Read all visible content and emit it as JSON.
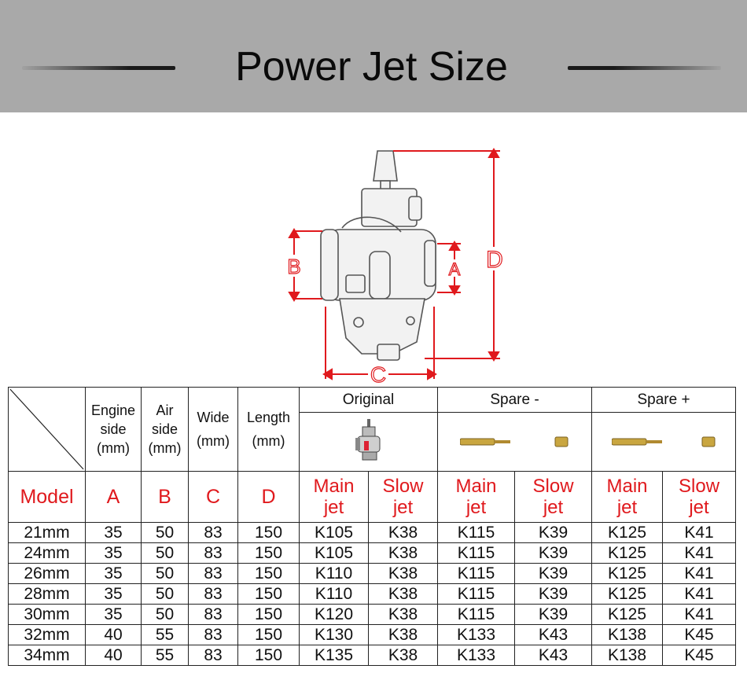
{
  "banner": {
    "title": "Power Jet Size"
  },
  "diagram": {
    "label_a": "A",
    "label_b": "B",
    "label_c": "C",
    "label_d": "D"
  },
  "table": {
    "group_headers": {
      "original": "Original",
      "spare_minus": "Spare -",
      "spare_plus": "Spare +"
    },
    "col_headers": {
      "engine": [
        "Engine",
        "side",
        "(mm)"
      ],
      "air": [
        "Air",
        "side",
        "(mm)"
      ],
      "wide": [
        "Wide",
        "(mm)"
      ],
      "length": [
        "Length",
        "(mm)"
      ]
    },
    "red_row": {
      "model": "Model",
      "a": "A",
      "b": "B",
      "c": "C",
      "d": "D",
      "main": [
        "Main",
        "jet"
      ],
      "slow": [
        "Slow",
        "jet"
      ]
    },
    "rows": [
      [
        "21mm",
        "35",
        "50",
        "83",
        "150",
        "K105",
        "K38",
        "K115",
        "K39",
        "K125",
        "K41"
      ],
      [
        "24mm",
        "35",
        "50",
        "83",
        "150",
        "K105",
        "K38",
        "K115",
        "K39",
        "K125",
        "K41"
      ],
      [
        "26mm",
        "35",
        "50",
        "83",
        "150",
        "K110",
        "K38",
        "K115",
        "K39",
        "K125",
        "K41"
      ],
      [
        "28mm",
        "35",
        "50",
        "83",
        "150",
        "K110",
        "K38",
        "K115",
        "K39",
        "K125",
        "K41"
      ],
      [
        "30mm",
        "35",
        "50",
        "83",
        "150",
        "K120",
        "K38",
        "K115",
        "K39",
        "K125",
        "K41"
      ],
      [
        "32mm",
        "40",
        "55",
        "83",
        "150",
        "K130",
        "K38",
        "K133",
        "K43",
        "K138",
        "K45"
      ],
      [
        "34mm",
        "40",
        "55",
        "83",
        "150",
        "K135",
        "K38",
        "K133",
        "K43",
        "K138",
        "K45"
      ]
    ]
  },
  "colors": {
    "banner_bg": "#a9a9a9",
    "accent_red": "#e0191d",
    "brass": "#c9a640"
  }
}
